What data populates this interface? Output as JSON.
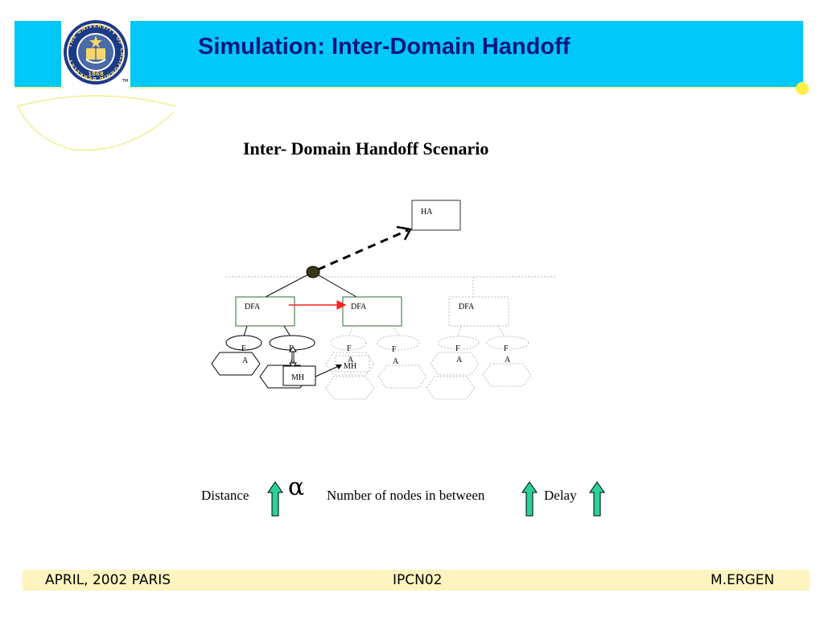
{
  "header": {
    "title": "Simulation: Inter-Domain Handoff",
    "bar_color": "#00c8f8",
    "accent_color": "#ffee44"
  },
  "logo": {
    "icon": "university-seal-icon",
    "ring_text": "THE UNIVERSITY OF CALIFORNIA BERKELEY",
    "year": "1868",
    "tm": "TM"
  },
  "scenario": {
    "title": "Inter- Domain Handoff Scenario"
  },
  "diagram": {
    "ha_label": "HA",
    "dfa_labels": [
      "DFA",
      "DFA",
      "DFA"
    ],
    "fa_nodes": [
      {
        "line1": "F",
        "line2": "A"
      },
      {
        "line1": "F",
        "line2": "A"
      },
      {
        "line1": "F",
        "line2": "A"
      },
      {
        "line1": "F",
        "line2": "A"
      },
      {
        "line1": "F",
        "line2": "A"
      },
      {
        "line1": "F",
        "line2": "A"
      }
    ],
    "mh_labels": [
      "MH",
      "MH"
    ]
  },
  "relation": {
    "distance": "Distance",
    "alpha": "α",
    "nodes_between": "Number of nodes in between",
    "delay": "Delay",
    "arrow_color": "#2ad29a"
  },
  "footer": {
    "left": "APRIL, 2002 PARIS",
    "center": "IPCN02",
    "right": "M.ERGEN"
  }
}
